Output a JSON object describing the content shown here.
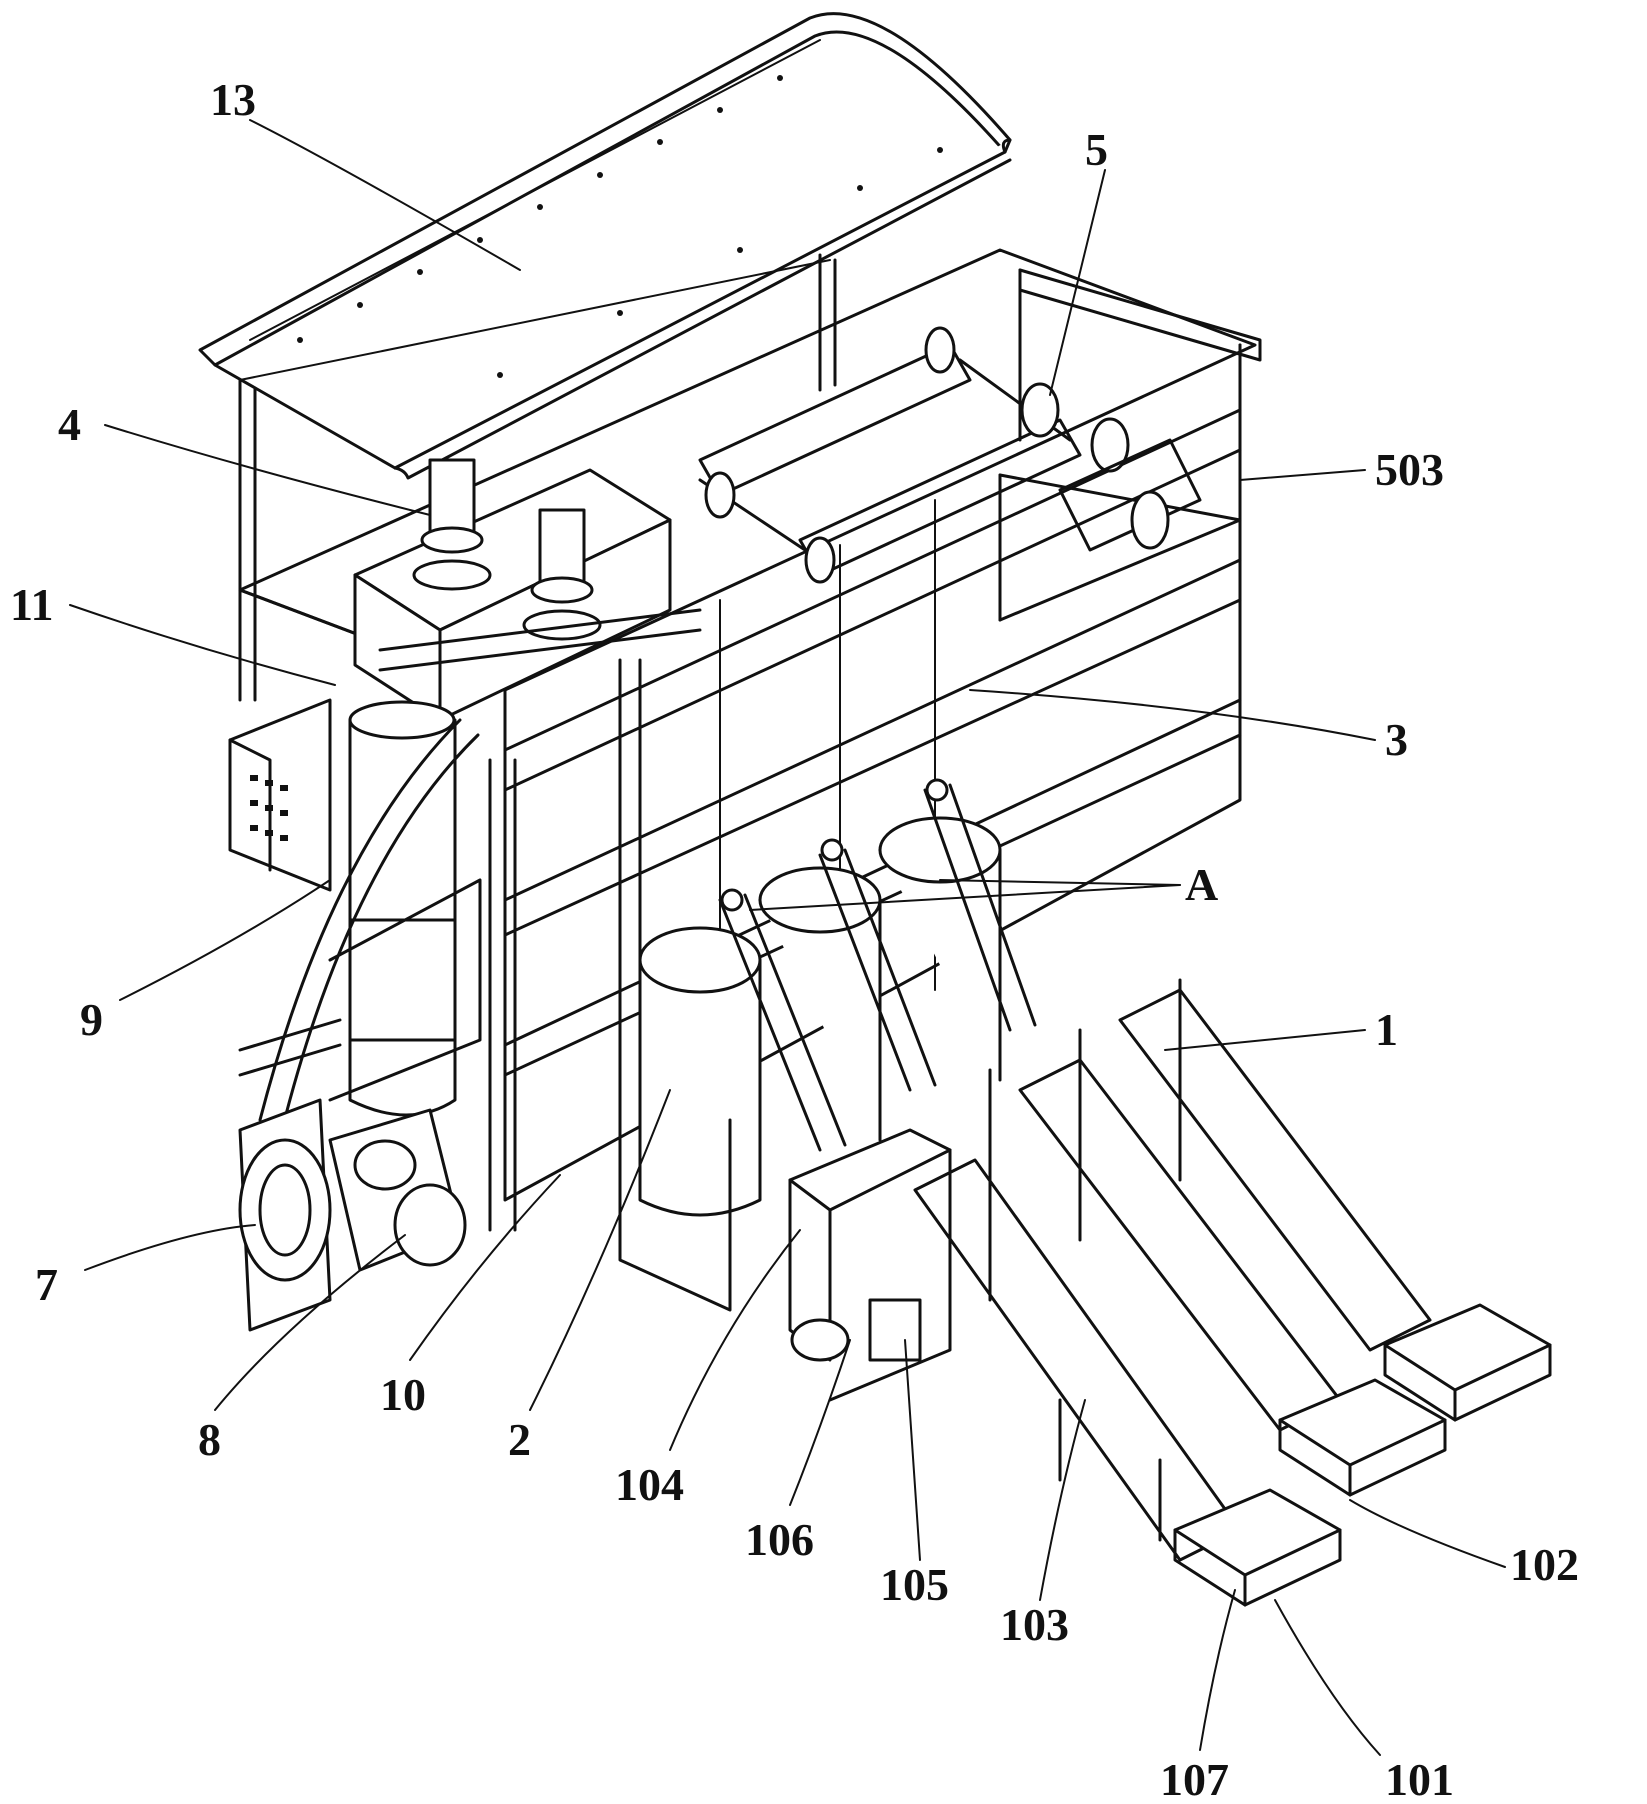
{
  "colors": {
    "line": "#111111",
    "background": "#ffffff"
  },
  "labels": {
    "l13": "13",
    "l5": "5",
    "l4": "4",
    "l503": "503",
    "l11": "11",
    "l3": "3",
    "lA": "A",
    "l9": "9",
    "l1": "1",
    "l7": "7",
    "l8": "8",
    "l10": "10",
    "l2": "2",
    "l104": "104",
    "l106": "106",
    "l105": "105",
    "l103": "103",
    "l102": "102",
    "l107": "107",
    "l101": "101"
  }
}
